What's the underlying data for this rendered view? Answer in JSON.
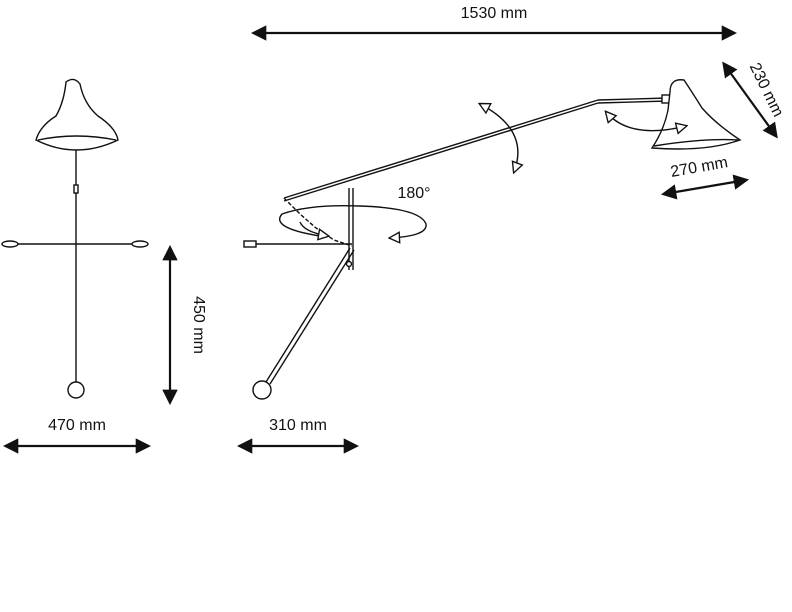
{
  "dimensions": {
    "total_length": "1530 mm",
    "shade_height": "230 mm",
    "shade_width": "270 mm",
    "rotation_angle": "180°",
    "vertical_height": "450 mm",
    "front_width": "470 mm",
    "side_depth": "310 mm"
  },
  "colors": {
    "ink": "#111111",
    "background": "#ffffff"
  },
  "icons": [
    "arrow-icon",
    "rotation-arrow-icon"
  ]
}
